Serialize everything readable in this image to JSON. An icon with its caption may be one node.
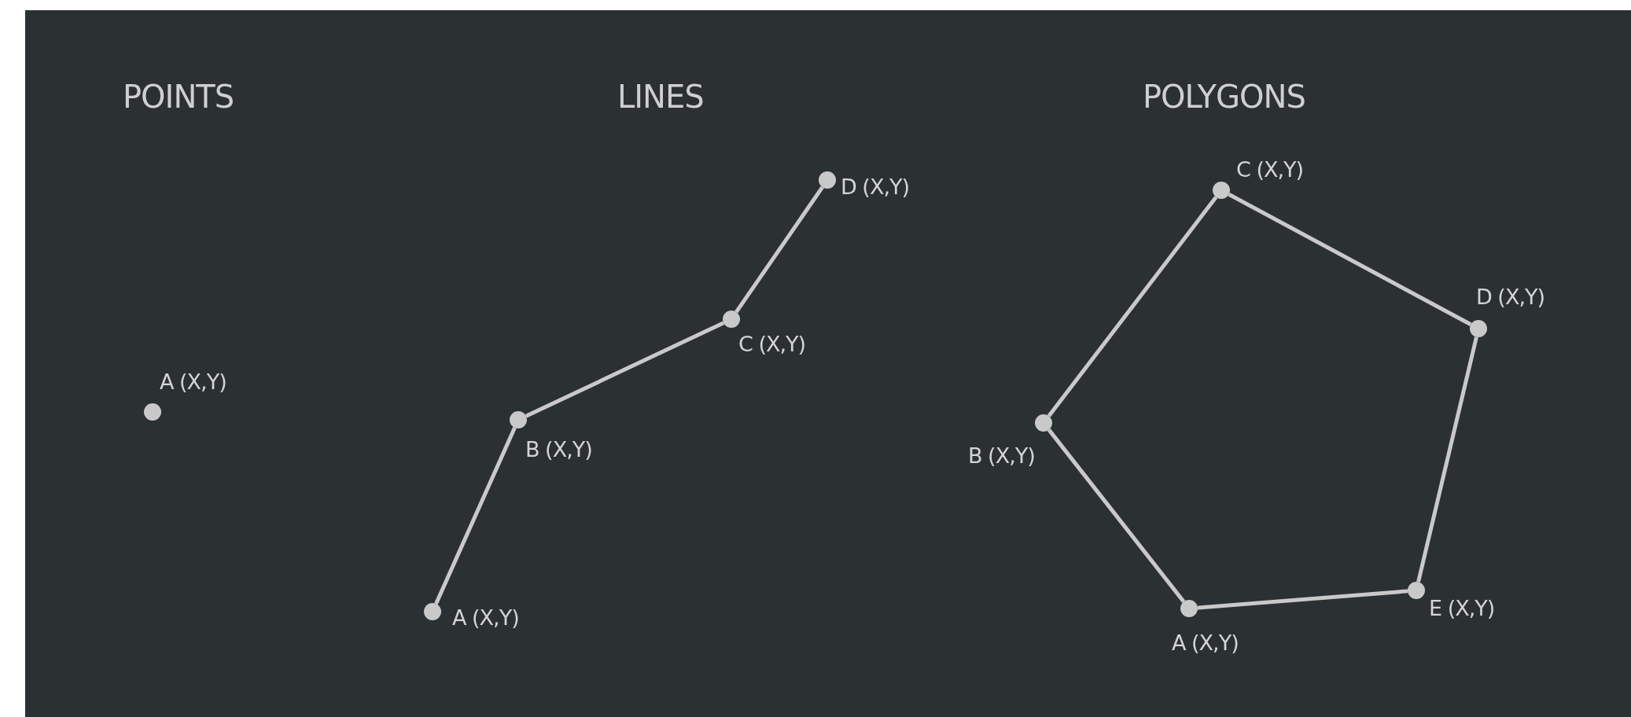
{
  "diagram": {
    "nodes": [
      {
        "text": [],
        "shape": "circle",
        "beside": [
          "A (X,Y)"
        ]
      },
      {
        "text": [],
        "shape": "circle",
        "beside": [
          "A (X,Y)"
        ]
      },
      {
        "text": [],
        "shape": "circle",
        "beside": [
          "B (X,Y)"
        ]
      },
      {
        "text": [],
        "shape": "circle",
        "beside": [
          "C (X,Y)"
        ]
      },
      {
        "text": [],
        "shape": "circle",
        "beside": [
          "D (X,Y)"
        ]
      },
      {
        "text": [],
        "shape": "circle",
        "beside": [
          "A (X,Y)"
        ]
      },
      {
        "text": [],
        "shape": "circle",
        "beside": [
          "B (X,Y)"
        ]
      },
      {
        "text": [],
        "shape": "circle",
        "beside": [
          "C (X,Y)"
        ]
      },
      {
        "text": [],
        "shape": "circle",
        "beside": [
          "D (X,Y)"
        ]
      },
      {
        "text": [],
        "shape": "circle",
        "beside": [
          "E (X,Y)"
        ]
      }
    ],
    "edges": [
      {
        "from": 1,
        "to": 2,
        "arrow": "none"
      },
      {
        "from": 2,
        "to": 3,
        "arrow": "none"
      },
      {
        "from": 3,
        "to": 4,
        "arrow": "none"
      },
      {
        "from": 5,
        "to": 6,
        "arrow": "none"
      },
      {
        "from": 6,
        "to": 7,
        "arrow": "none"
      },
      {
        "from": 7,
        "to": 8,
        "arrow": "none"
      },
      {
        "from": 8,
        "to": 9,
        "arrow": "none"
      },
      {
        "from": 9,
        "to": 5,
        "arrow": "none"
      }
    ],
    "labels": [
      "POINTS",
      "LINES",
      "POLYGONS"
    ]
  }
}
